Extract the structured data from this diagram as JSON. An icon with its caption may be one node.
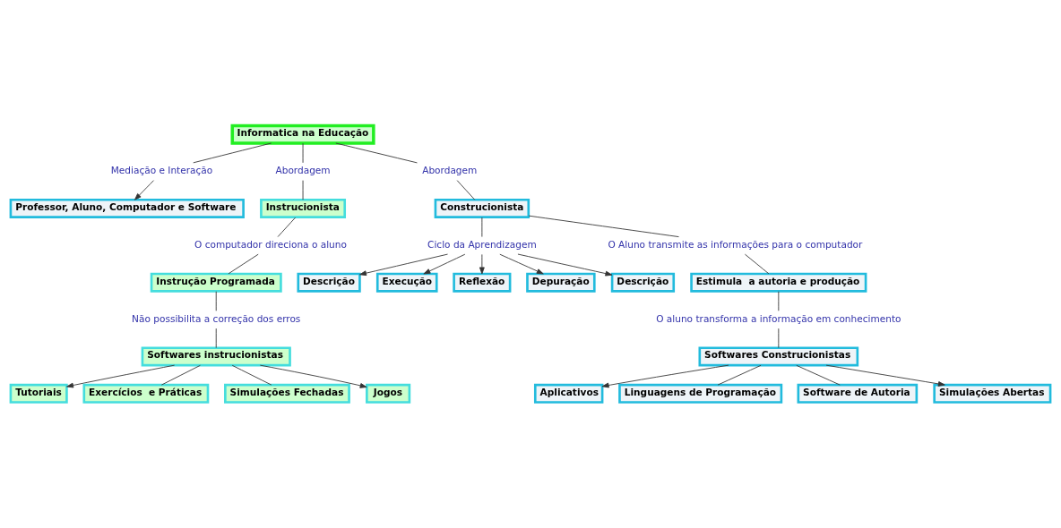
{
  "diagram": {
    "nodes": [
      {
        "text": [
          "Informatica na Educação"
        ]
      },
      {
        "text": [
          "Mediação e Interação"
        ]
      },
      {
        "text": [
          "Professor, Aluno, Computador e Software"
        ]
      },
      {
        "text": [
          "Abordagem"
        ]
      },
      {
        "text": [
          "Instrucionista"
        ]
      },
      {
        "text": [
          "O computador direciona o aluno"
        ]
      },
      {
        "text": [
          "Instrução Programada"
        ]
      },
      {
        "text": [
          "Não possibilita a correção dos erros"
        ]
      },
      {
        "text": [
          "Softwares instrucionistas"
        ]
      },
      {
        "text": [
          "Tutoriais"
        ]
      },
      {
        "text": [
          "Exercícios  e Práticas"
        ]
      },
      {
        "text": [
          "Simulações Fechadas"
        ]
      },
      {
        "text": [
          "Jogos"
        ]
      },
      {
        "text": [
          "Abordagem"
        ]
      },
      {
        "text": [
          "Construcionista"
        ]
      },
      {
        "text": [
          "Ciclo da Aprendizagem"
        ]
      },
      {
        "text": [
          "Descrição"
        ]
      },
      {
        "text": [
          "Execução"
        ]
      },
      {
        "text": [
          "Reflexão"
        ]
      },
      {
        "text": [
          "Depuração"
        ]
      },
      {
        "text": [
          "Descrição"
        ]
      },
      {
        "text": [
          "O Aluno transmite as informações para o computador"
        ]
      },
      {
        "text": [
          "Estimula  a autoria e produção"
        ]
      },
      {
        "text": [
          "O aluno transforma a informação em conhecimento"
        ]
      },
      {
        "text": [
          "Softwares Construcionistas"
        ]
      },
      {
        "text": [
          "Aplicativos"
        ]
      },
      {
        "text": [
          "Linguagens de Programação"
        ]
      },
      {
        "text": [
          "Software de Autoria"
        ]
      },
      {
        "text": [
          "Simulações Abertas"
        ]
      }
    ],
    "edges": [
      {
        "from": 0,
        "to": 1,
        "arrow": "none"
      },
      {
        "from": 1,
        "to": 2,
        "arrow": "to"
      },
      {
        "from": 0,
        "to": 3,
        "arrow": "none"
      },
      {
        "from": 3,
        "to": 4,
        "arrow": "none"
      },
      {
        "from": 4,
        "to": 5,
        "arrow": "none"
      },
      {
        "from": 5,
        "to": 6,
        "arrow": "none"
      },
      {
        "from": 6,
        "to": 7,
        "arrow": "none"
      },
      {
        "from": 7,
        "to": 8,
        "arrow": "none"
      },
      {
        "from": 8,
        "to": 9,
        "arrow": "to"
      },
      {
        "from": 8,
        "to": 10,
        "arrow": "none"
      },
      {
        "from": 8,
        "to": 11,
        "arrow": "none"
      },
      {
        "from": 8,
        "to": 12,
        "arrow": "to"
      },
      {
        "from": 0,
        "to": 13,
        "arrow": "none"
      },
      {
        "from": 13,
        "to": 14,
        "arrow": "none"
      },
      {
        "from": 14,
        "to": 15,
        "arrow": "none"
      },
      {
        "from": 15,
        "to": 16,
        "arrow": "to"
      },
      {
        "from": 15,
        "to": 17,
        "arrow": "to"
      },
      {
        "from": 15,
        "to": 18,
        "arrow": "to"
      },
      {
        "from": 15,
        "to": 19,
        "arrow": "to"
      },
      {
        "from": 15,
        "to": 20,
        "arrow": "to"
      },
      {
        "from": 14,
        "to": 21,
        "arrow": "none"
      },
      {
        "from": 21,
        "to": 22,
        "arrow": "none"
      },
      {
        "from": 22,
        "to": 23,
        "arrow": "none"
      },
      {
        "from": 23,
        "to": 24,
        "arrow": "none"
      },
      {
        "from": 24,
        "to": 25,
        "arrow": "to"
      },
      {
        "from": 24,
        "to": 26,
        "arrow": "none"
      },
      {
        "from": 24,
        "to": 27,
        "arrow": "none"
      },
      {
        "from": 24,
        "to": 28,
        "arrow": "to"
      }
    ]
  }
}
